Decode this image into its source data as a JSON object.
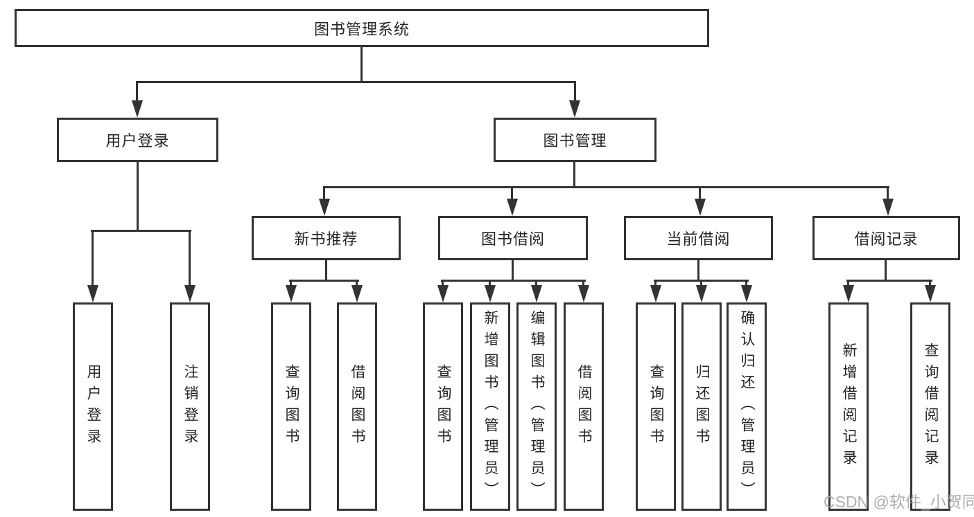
{
  "tree": {
    "root": {
      "label": "图书管理系统"
    },
    "branches": [
      {
        "label": "用户登录"
      },
      {
        "label": "图书管理"
      }
    ],
    "modules": [
      {
        "label": "新书推荐"
      },
      {
        "label": "图书借阅"
      },
      {
        "label": "当前借阅"
      },
      {
        "label": "借阅记录"
      }
    ],
    "leaves": [
      {
        "label": "用户登录"
      },
      {
        "label": "注销登录"
      },
      {
        "label": "查询图书"
      },
      {
        "label": "借阅图书"
      },
      {
        "label": "查询图书"
      },
      {
        "label": "新增图书（管理员）"
      },
      {
        "label": "编辑图书（管理员）"
      },
      {
        "label": "借阅图书"
      },
      {
        "label": "查询图书"
      },
      {
        "label": "归还图书"
      },
      {
        "label": "确认归还（管理员）"
      },
      {
        "label": "新增借阅记录"
      },
      {
        "label": "查询借阅记录"
      }
    ]
  },
  "watermark": {
    "text": "CSDN @软件_小贺同学"
  },
  "colors": {
    "line": "#333333",
    "text": "#242424",
    "background": "#ffffff",
    "watermark": "#a5a5a5"
  }
}
